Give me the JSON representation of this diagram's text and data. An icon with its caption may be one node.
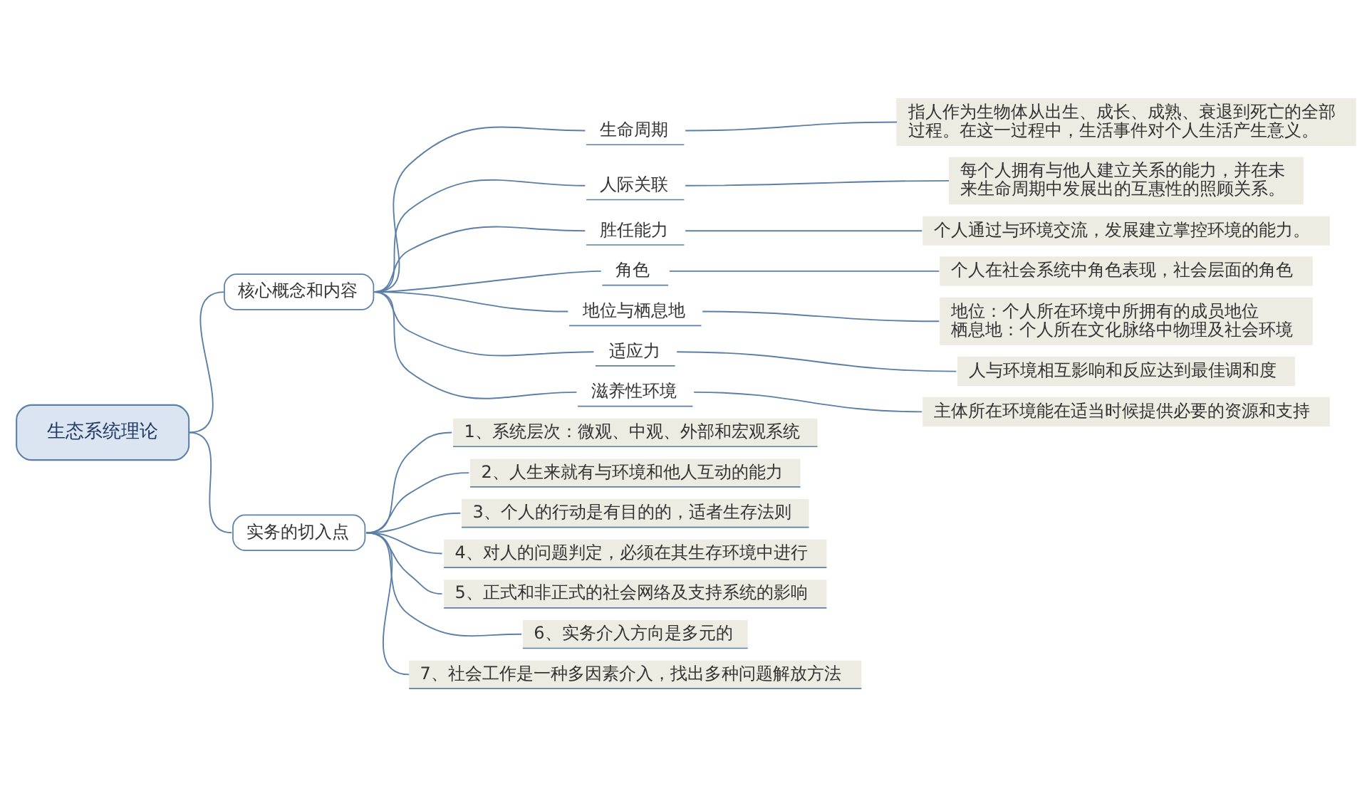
{
  "diagram": {
    "nodes": [
      {
        "text": [
          "生态系统理论"
        ]
      },
      {
        "text": [
          "核心概念和内容"
        ]
      },
      {
        "text": [
          "生命周期"
        ]
      },
      {
        "text": [
          "指人作为生物体从出生、成长、成熟、衰退到死亡的全部过程。在这一过程中，生活事件对个人生活产生意义。"
        ]
      },
      {
        "text": [
          "人际关联"
        ]
      },
      {
        "text": [
          "每个人拥有与他人建立关系的能力，并在未来生命周期中发展出的互惠性的照顾关系。"
        ]
      },
      {
        "text": [
          "胜任能力"
        ]
      },
      {
        "text": [
          "个人通过与环境交流，发展建立掌控环境的能力。"
        ]
      },
      {
        "text": [
          "角色"
        ]
      },
      {
        "text": [
          "个人在社会系统中角色表现，社会层面的角色"
        ]
      },
      {
        "text": [
          "地位与栖息地"
        ]
      },
      {
        "text": [
          "地位：个人所在环境中所拥有的成员地位",
          "栖息地：个人所在文化脉络中物理及社会环境"
        ]
      },
      {
        "text": [
          "适应力"
        ]
      },
      {
        "text": [
          "人与环境相互影响和反应达到最佳调和度"
        ]
      },
      {
        "text": [
          "滋养性环境"
        ]
      },
      {
        "text": [
          "主体所在环境能在适当时候提供必要的资源和支持"
        ]
      },
      {
        "text": [
          "实务的切入点"
        ]
      },
      {
        "text": [
          "1、系统层次：微观、中观、外部和宏观系统"
        ]
      },
      {
        "text": [
          "2、人生来就有与环境和他人互动的能力"
        ]
      },
      {
        "text": [
          "3、个人的行动是有目的的，适者生存法则"
        ]
      },
      {
        "text": [
          "4、对人的问题判定，必须在其生存环境中进行"
        ]
      },
      {
        "text": [
          "5、正式和非正式的社会网络及支持系统的影响"
        ]
      },
      {
        "text": [
          "6、实务介入方向是多元的"
        ]
      },
      {
        "text": [
          "7、社会工作是一种多因素介入，找出多种问题解放方法"
        ]
      }
    ],
    "edges": [
      {
        "from": 0,
        "to": 1,
        "arrow": "none"
      },
      {
        "from": 0,
        "to": 16,
        "arrow": "none"
      },
      {
        "from": 1,
        "to": 2,
        "arrow": "none"
      },
      {
        "from": 1,
        "to": 4,
        "arrow": "none"
      },
      {
        "from": 1,
        "to": 6,
        "arrow": "none"
      },
      {
        "from": 1,
        "to": 8,
        "arrow": "none"
      },
      {
        "from": 1,
        "to": 10,
        "arrow": "none"
      },
      {
        "from": 1,
        "to": 12,
        "arrow": "none"
      },
      {
        "from": 1,
        "to": 14,
        "arrow": "none"
      },
      {
        "from": 2,
        "to": 3,
        "arrow": "none"
      },
      {
        "from": 4,
        "to": 5,
        "arrow": "none"
      },
      {
        "from": 6,
        "to": 7,
        "arrow": "none"
      },
      {
        "from": 8,
        "to": 9,
        "arrow": "none"
      },
      {
        "from": 10,
        "to": 11,
        "arrow": "none"
      },
      {
        "from": 12,
        "to": 13,
        "arrow": "none"
      },
      {
        "from": 14,
        "to": 15,
        "arrow": "none"
      },
      {
        "from": 16,
        "to": 17,
        "arrow": "none"
      },
      {
        "from": 16,
        "to": 18,
        "arrow": "none"
      },
      {
        "from": 16,
        "to": 19,
        "arrow": "none"
      },
      {
        "from": 16,
        "to": 20,
        "arrow": "none"
      },
      {
        "from": 16,
        "to": 21,
        "arrow": "none"
      },
      {
        "from": 16,
        "to": 22,
        "arrow": "none"
      },
      {
        "from": 16,
        "to": 23,
        "arrow": "none"
      }
    ]
  }
}
